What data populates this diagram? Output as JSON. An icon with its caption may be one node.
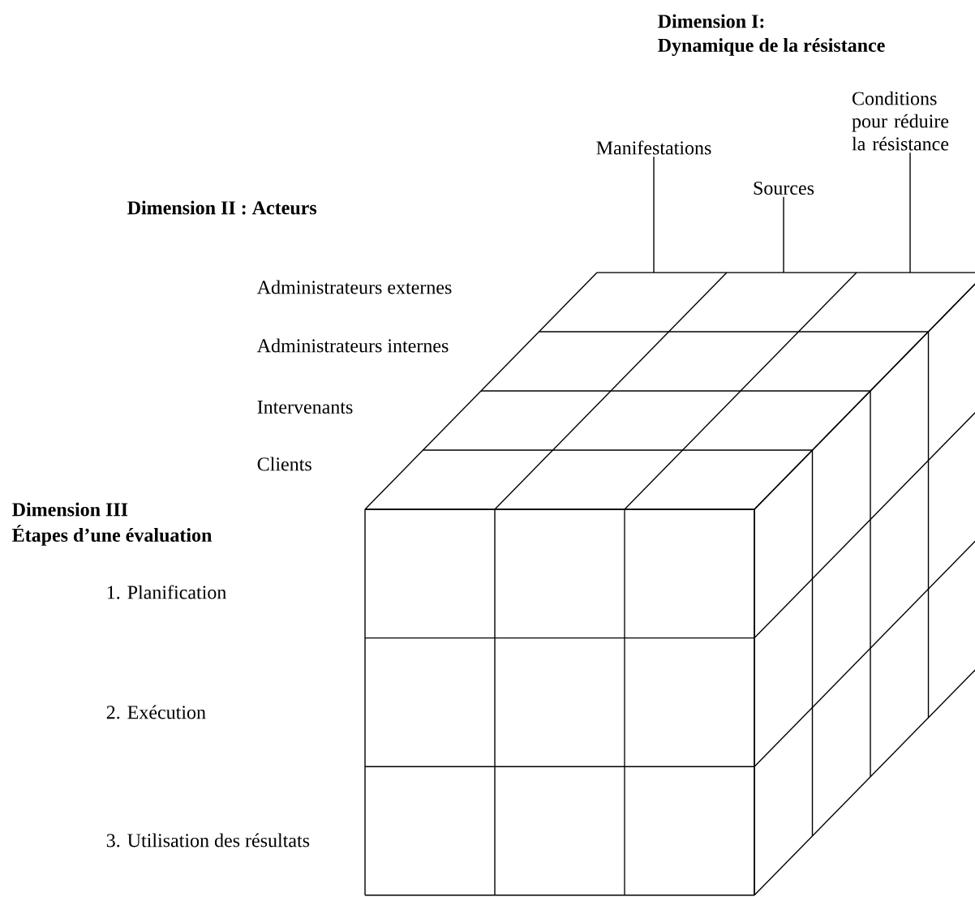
{
  "diagram": {
    "nodes": [
      {
        "text": [
          "Manifestations"
        ]
      },
      {
        "text": [
          "Sources"
        ]
      },
      {
        "text": [
          "Conditions pour réduire la résistance"
        ]
      }
    ],
    "edges": [
      {
        "from": 0,
        "to": null,
        "arrow": "none"
      },
      {
        "from": 1,
        "to": null,
        "arrow": "none"
      },
      {
        "from": 2,
        "to": null,
        "arrow": "none"
      }
    ],
    "labels": [
      "Dimension I:",
      "Dynamique de la résistance",
      "Dimension II : Acteurs",
      "Administrateurs externes",
      "Administrateurs internes",
      "Intervenants",
      "Clients",
      "Dimension III",
      "Étapes d’une évaluation",
      "1. Planification",
      "2. Exécution",
      "3. Utilisation des résultats"
    ]
  }
}
